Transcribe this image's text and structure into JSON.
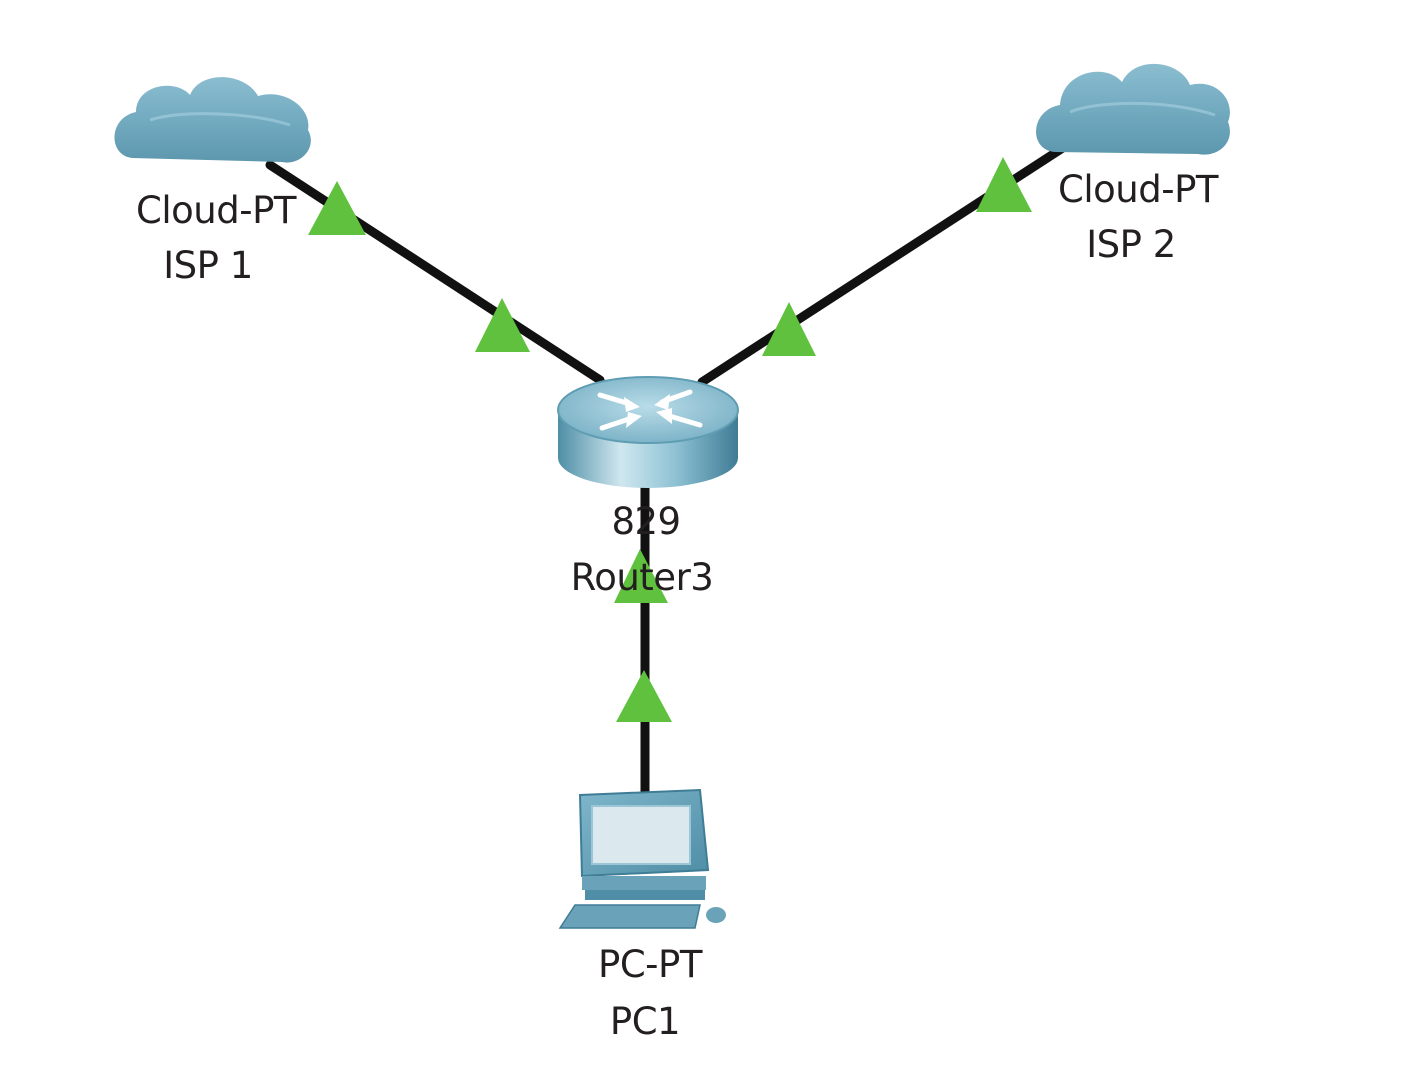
{
  "devices": {
    "isp1": {
      "model": "Cloud-PT",
      "name": "ISP 1"
    },
    "isp2": {
      "model": "Cloud-PT",
      "name": "ISP 2"
    },
    "router": {
      "model": "829",
      "name": "Router3"
    },
    "pc": {
      "model": "PC-PT",
      "name": "PC1"
    }
  },
  "links": [
    {
      "from": "isp1",
      "to": "router",
      "status": "up"
    },
    {
      "from": "isp2",
      "to": "router",
      "status": "up"
    },
    {
      "from": "router",
      "to": "pc",
      "status": "up"
    }
  ],
  "colors": {
    "cable": "#111111",
    "link_up": "#5fc13d",
    "device_blue": "#6fa9bf",
    "label": "#231f20"
  },
  "icons": {
    "cloud": "cloud-icon",
    "router": "router-icon",
    "pc": "pc-icon",
    "link_light": "link-up-triangle-icon"
  }
}
